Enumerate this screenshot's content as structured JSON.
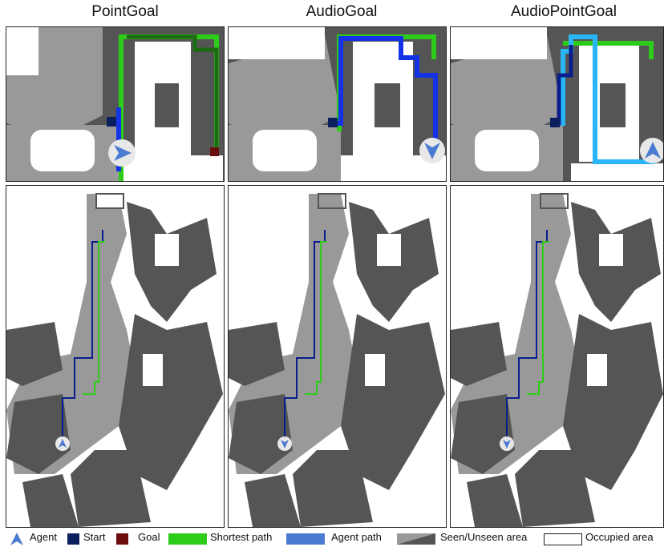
{
  "titles": [
    "PointGoal",
    "AudioGoal",
    "AudioPointGoal"
  ],
  "legend": {
    "agent": "Agent",
    "start": "Start",
    "goal": "Goal",
    "shortest": "Shortest path",
    "agent_path": "Agent path",
    "seen": "Seen/Unseen area",
    "occupied": "Occupied area"
  },
  "colors": {
    "occupied": "#555555",
    "seen": "#999999",
    "free": "#ffffff",
    "shortest_path": "#2ecc1a",
    "agent_path_dark": "#0a1d8c",
    "agent_path_light": "#29b6f6",
    "start": "#0b1f5e",
    "goal": "#6b0d0d",
    "agent": "#4a7bd0"
  }
}
